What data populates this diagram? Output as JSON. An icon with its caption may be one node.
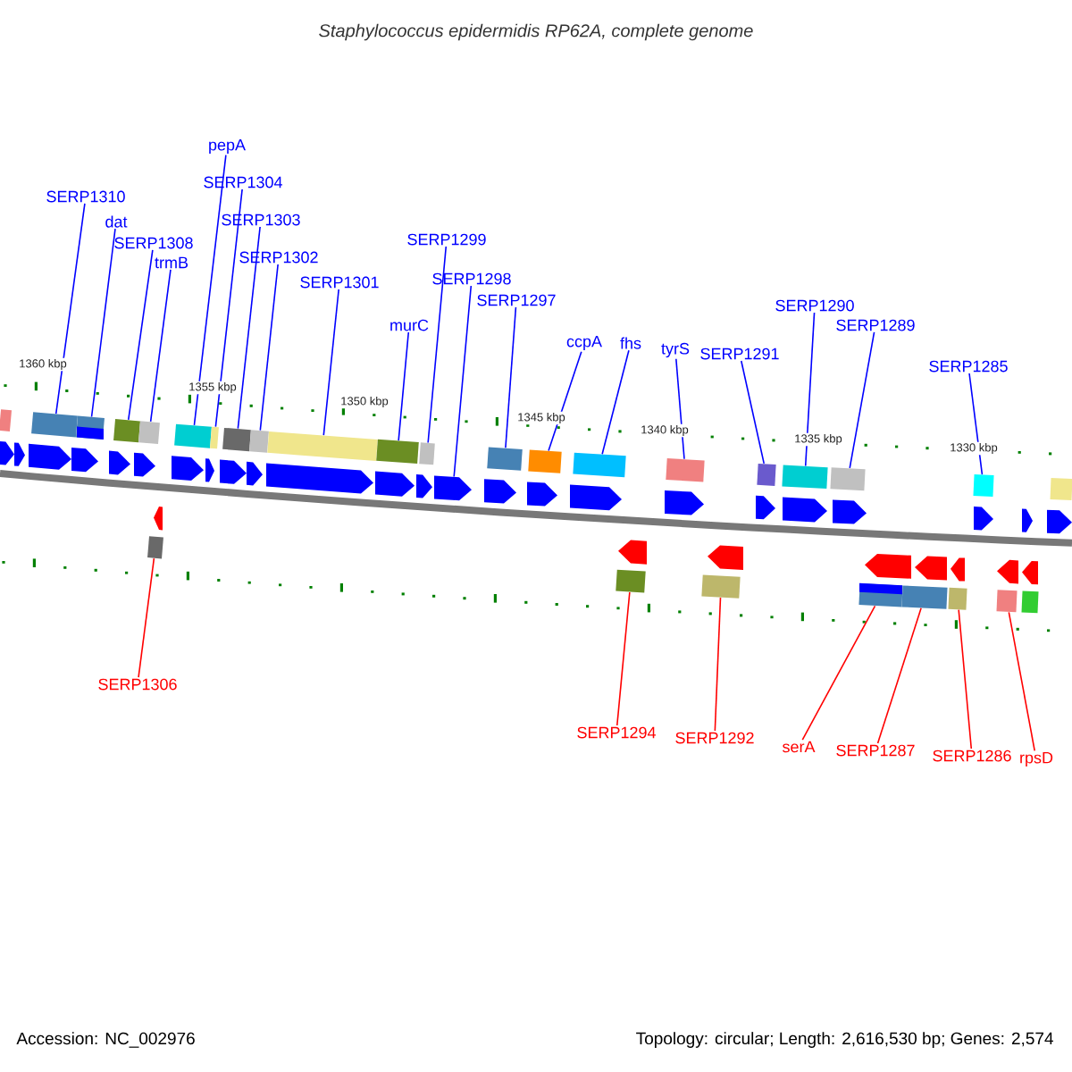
{
  "diagram": {
    "title": "Staphylococcus epidermidis RP62A, complete genome",
    "nodes": [
      {
        "text": [
          "SERP1310"
        ]
      },
      {
        "text": [
          "dat"
        ]
      },
      {
        "text": [
          "SERP1308"
        ]
      },
      {
        "text": [
          "trmB"
        ]
      },
      {
        "text": [
          "pepA"
        ]
      },
      {
        "text": [
          "SERP1304"
        ]
      },
      {
        "text": [
          "SERP1303"
        ]
      },
      {
        "text": [
          "SERP1302"
        ]
      },
      {
        "text": [
          "SERP1301"
        ]
      },
      {
        "text": [
          "SERP1299"
        ]
      },
      {
        "text": [
          "SERP1298"
        ]
      },
      {
        "text": [
          "murC"
        ]
      },
      {
        "text": [
          "SERP1297"
        ]
      },
      {
        "text": [
          "ccpA"
        ]
      },
      {
        "text": [
          "fhs"
        ]
      },
      {
        "text": [
          "tyrS"
        ]
      },
      {
        "text": [
          "SERP1291"
        ]
      },
      {
        "text": [
          "SERP1290"
        ]
      },
      {
        "text": [
          "SERP1289"
        ]
      },
      {
        "text": [
          "SERP1285"
        ]
      },
      {
        "text": [
          "SERP1306"
        ]
      },
      {
        "text": [
          "SERP1294"
        ]
      },
      {
        "text": [
          "SERP1292"
        ]
      },
      {
        "text": [
          "serA"
        ]
      },
      {
        "text": [
          "SERP1287"
        ]
      },
      {
        "text": [
          "SERP1286"
        ]
      },
      {
        "text": [
          "rpsD"
        ]
      },
      {
        "text": [],
        "shape": "box"
      },
      {
        "text": [],
        "shape": "box"
      },
      {
        "text": [],
        "shape": "box"
      },
      {
        "text": [],
        "shape": "box"
      },
      {
        "text": [],
        "shape": "box"
      },
      {
        "text": [],
        "shape": "box"
      },
      {
        "text": [],
        "shape": "box"
      },
      {
        "text": [],
        "shape": "box"
      },
      {
        "text": [],
        "shape": "box"
      },
      {
        "text": [],
        "shape": "box"
      },
      {
        "text": [],
        "shape": "box"
      },
      {
        "text": [],
        "shape": "box"
      },
      {
        "text": [],
        "shape": "arrow"
      },
      {
        "text": [],
        "shape": "box"
      },
      {
        "text": [],
        "shape": "box"
      },
      {
        "text": [],
        "shape": "box"
      },
      {
        "text": [],
        "shape": "box"
      },
      {
        "text": [],
        "shape": "box"
      },
      {
        "text": [],
        "shape": "box"
      },
      {
        "text": [],
        "shape": "box"
      },
      {
        "text": [],
        "shape": "box"
      },
      {
        "text": [],
        "shape": "box"
      },
      {
        "text": [],
        "shape": "box"
      },
      {
        "text": [],
        "shape": "box"
      },
      {
        "text": [],
        "shape": "box"
      },
      {
        "text": [],
        "shape": "box"
      },
      {
        "text": [],
        "shape": "box"
      },
      {
        "text": [],
        "shape": "arrow"
      },
      {
        "text": [],
        "shape": "arrow"
      },
      {
        "text": [],
        "shape": "arrow"
      },
      {
        "text": [],
        "shape": "arrow"
      },
      {
        "text": [],
        "shape": "arrow"
      },
      {
        "text": [],
        "shape": "arrow"
      },
      {
        "text": [],
        "shape": "arrow"
      },
      {
        "text": [],
        "shape": "arrow"
      },
      {
        "text": [],
        "shape": "arrow"
      },
      {
        "text": [],
        "shape": "arrow"
      },
      {
        "text": [],
        "shape": "arrow"
      },
      {
        "text": [],
        "shape": "arrow"
      },
      {
        "text": [],
        "shape": "arrow"
      },
      {
        "text": [],
        "shape": "arrow"
      },
      {
        "text": [],
        "shape": "arrow"
      },
      {
        "text": [],
        "shape": "arrow"
      },
      {
        "text": [],
        "shape": "arrow"
      },
      {
        "text": [],
        "shape": "arrow"
      },
      {
        "text": [],
        "shape": "arrow"
      },
      {
        "text": [],
        "shape": "arrow"
      },
      {
        "text": [],
        "shape": "arrow"
      },
      {
        "text": [],
        "shape": "arrow"
      },
      {
        "text": [],
        "shape": "arrow"
      },
      {
        "text": [],
        "shape": "arrow"
      },
      {
        "text": [],
        "shape": "arrow"
      },
      {
        "text": [],
        "shape": "arrow"
      },
      {
        "text": [],
        "shape": "arrow"
      },
      {
        "text": [],
        "shape": "arrow"
      },
      {
        "text": [],
        "shape": "arrow"
      },
      {
        "text": [],
        "shape": "arrow"
      },
      {
        "text": [],
        "shape": "arrow"
      },
      {
        "text": [],
        "shape": "box"
      },
      {
        "text": [],
        "shape": "box"
      },
      {
        "text": [],
        "shape": "box"
      }
    ],
    "edges": [
      {
        "from": 0,
        "to": 27,
        "arrow": "none"
      },
      {
        "from": 1,
        "to": 28,
        "arrow": "none"
      },
      {
        "from": 2,
        "to": 29,
        "arrow": "none"
      },
      {
        "from": 3,
        "to": 30,
        "arrow": "none"
      },
      {
        "from": 4,
        "to": 32,
        "arrow": "none"
      },
      {
        "from": 5,
        "to": 33,
        "arrow": "none"
      },
      {
        "from": 6,
        "to": 34,
        "arrow": "none"
      },
      {
        "from": 7,
        "to": 35,
        "arrow": "none"
      },
      {
        "from": 8,
        "to": 36,
        "arrow": "none"
      },
      {
        "from": 9,
        "to": 38,
        "arrow": "none"
      },
      {
        "from": 10,
        "to": 39,
        "arrow": "none"
      },
      {
        "from": 11,
        "to": 37,
        "arrow": "none"
      },
      {
        "from": 12,
        "to": 40,
        "arrow": "none"
      },
      {
        "from": 13,
        "to": 41,
        "arrow": "none"
      },
      {
        "from": 14,
        "to": 42,
        "arrow": "none"
      },
      {
        "from": 15,
        "to": 44,
        "arrow": "none"
      },
      {
        "from": 16,
        "to": 46,
        "arrow": "none"
      },
      {
        "from": 17,
        "to": 47,
        "arrow": "none"
      },
      {
        "from": 18,
        "to": 48,
        "arrow": "none"
      },
      {
        "from": 19,
        "to": 52,
        "arrow": "none"
      },
      {
        "from": 20,
        "to": 31,
        "arrow": "none",
        "color": "#ff0000"
      },
      {
        "from": 21,
        "to": 43,
        "arrow": "none",
        "color": "#ff0000"
      },
      {
        "from": 22,
        "to": 45,
        "arrow": "none",
        "color": "#ff0000"
      },
      {
        "from": 23,
        "to": 49,
        "arrow": "none",
        "color": "#ff0000"
      },
      {
        "from": 24,
        "to": 50,
        "arrow": "none",
        "color": "#ff0000"
      },
      {
        "from": 25,
        "to": 51,
        "arrow": "none",
        "color": "#ff0000"
      },
      {
        "from": 26,
        "to": 53,
        "arrow": "none",
        "color": "#ff0000"
      }
    ],
    "labels": [
      "1360 kbp",
      "1355 kbp",
      "1350 kbp",
      "1345 kbp",
      "1340 kbp",
      "1335 kbp",
      "1330 kbp",
      "Accession: NC_002976",
      "Topology: circular; Length: 2,616,530 bp; Genes: 2,574"
    ]
  }
}
